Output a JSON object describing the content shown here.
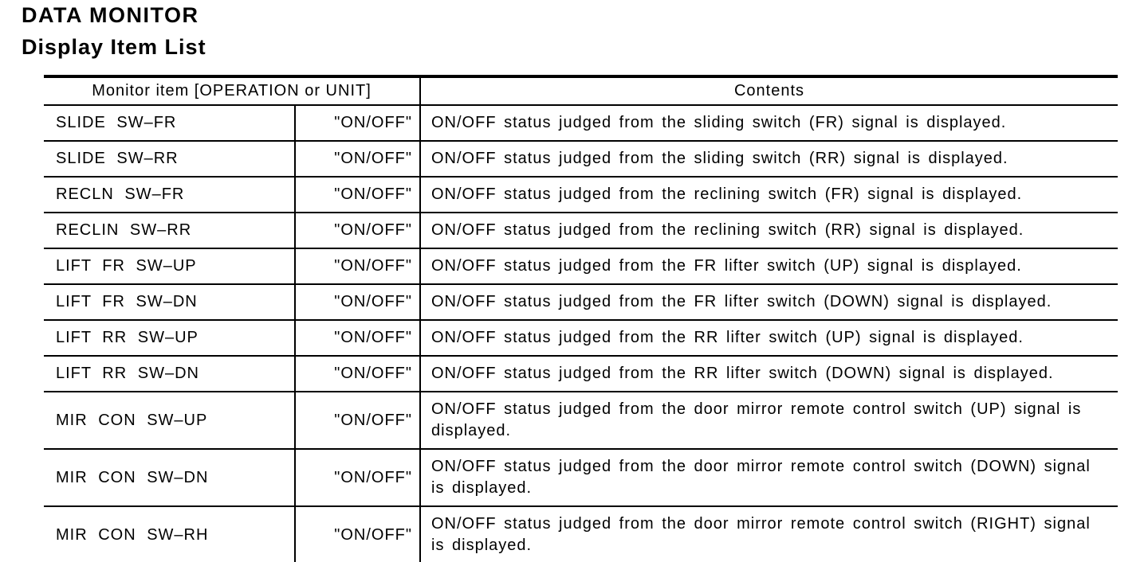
{
  "page": {
    "title": "DATA MONITOR",
    "subtitle": "Display Item List"
  },
  "colors": {
    "text": "#000000",
    "background": "#ffffff",
    "border": "#000000"
  },
  "table": {
    "header": {
      "monitor_item": "Monitor item [OPERATION or UNIT]",
      "contents": "Contents"
    },
    "rows": [
      {
        "item": "SLIDE SW–FR",
        "operation": "\"ON/OFF\"",
        "contents": "ON/OFF status judged from the sliding switch (FR) signal is displayed."
      },
      {
        "item": "SLIDE SW–RR",
        "operation": "\"ON/OFF\"",
        "contents": "ON/OFF status judged from the sliding switch (RR) signal is displayed."
      },
      {
        "item": "RECLN SW–FR",
        "operation": "\"ON/OFF\"",
        "contents": "ON/OFF status judged from the reclining switch (FR) signal is displayed."
      },
      {
        "item": "RECLIN SW–RR",
        "operation": "\"ON/OFF\"",
        "contents": "ON/OFF status judged from the reclining switch (RR) signal is displayed."
      },
      {
        "item": "LIFT FR SW–UP",
        "operation": "\"ON/OFF\"",
        "contents": "ON/OFF status judged from the FR lifter switch (UP) signal is displayed."
      },
      {
        "item": "LIFT FR SW–DN",
        "operation": "\"ON/OFF\"",
        "contents": "ON/OFF status judged from the FR lifter switch (DOWN) signal is displayed."
      },
      {
        "item": "LIFT RR SW–UP",
        "operation": "\"ON/OFF\"",
        "contents": "ON/OFF status judged from the RR lifter switch (UP) signal is displayed."
      },
      {
        "item": "LIFT RR SW–DN",
        "operation": "\"ON/OFF\"",
        "contents": "ON/OFF status judged from the RR lifter switch (DOWN) signal is displayed."
      },
      {
        "item": "MIR CON SW–UP",
        "operation": "\"ON/OFF\"",
        "contents": "ON/OFF status judged from the door mirror remote control switch (UP) signal is displayed."
      },
      {
        "item": "MIR CON SW–DN",
        "operation": "\"ON/OFF\"",
        "contents": "ON/OFF status judged from the door mirror remote control switch (DOWN) signal is displayed."
      },
      {
        "item": "MIR CON SW–RH",
        "operation": "\"ON/OFF\"",
        "contents": "ON/OFF status judged from the door mirror remote control switch (RIGHT) signal is displayed."
      }
    ]
  }
}
